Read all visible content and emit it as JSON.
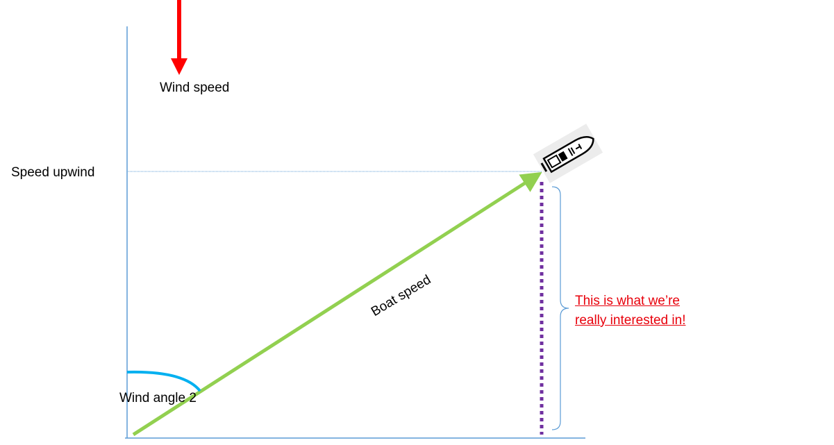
{
  "labels": {
    "wind_speed": "Wind speed",
    "speed_upwind": "Speed upwind",
    "boat_speed": "Boat speed",
    "wind_angle": "Wind angle 2",
    "note_line1": "This is what we’re",
    "note_line2": "really interested in!"
  },
  "icons": {
    "boat": "boat-icon",
    "wind_arrow": "down-arrow-icon"
  },
  "colors": {
    "axes": "#5b9bd5",
    "wind_arrow": "#ff0000",
    "boat_vector": "#92d050",
    "angle_arc": "#00b0f0",
    "upwind_component": "#7030a0",
    "note_text": "#e8000b"
  }
}
